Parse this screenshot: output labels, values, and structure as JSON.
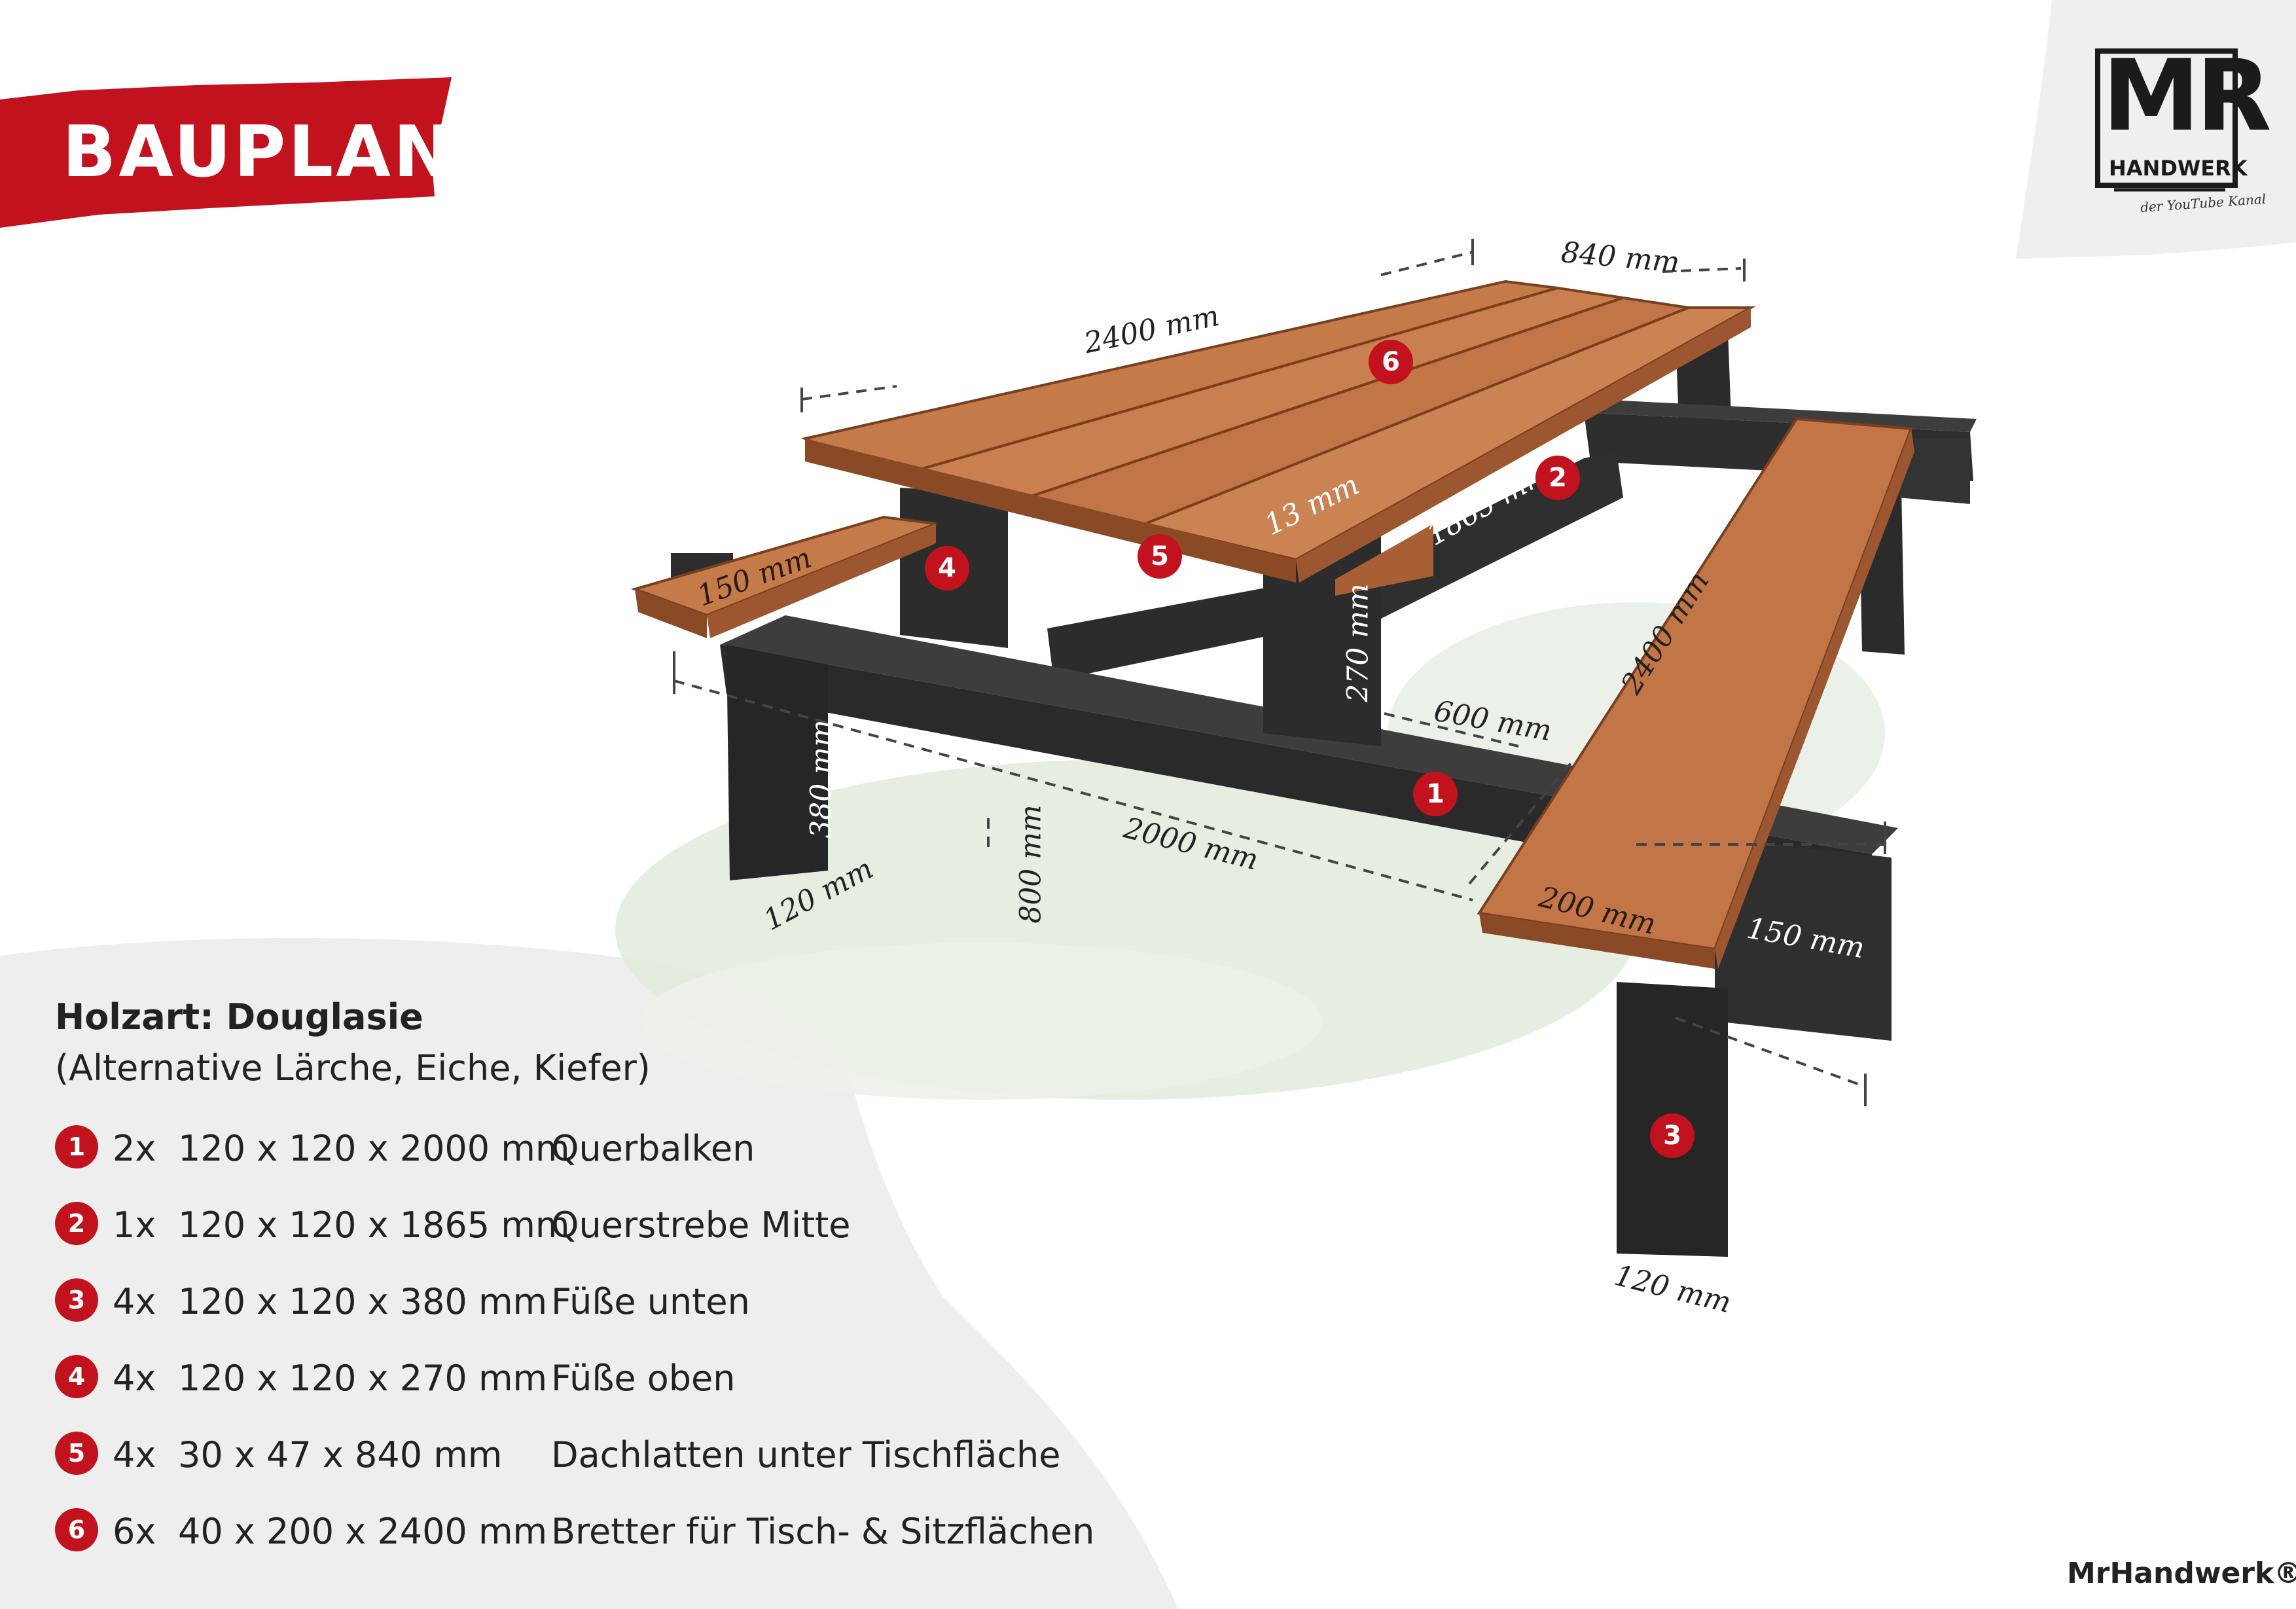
{
  "banner": {
    "title": "BAUPLAN",
    "color": "#c2121e"
  },
  "logo": {
    "main": "MR",
    "sub": "HANDWERK",
    "tagline": "der YouTube Kanal"
  },
  "dimensions": {
    "top_width": "840 mm",
    "top_length": "2400 mm",
    "strut_length": "1865 mm",
    "board_thickness": "13 mm",
    "seat_width_left": "150 mm",
    "upper_leg_height": "270 mm",
    "bench_length": "2400 mm",
    "bench_spacing": "600 mm",
    "lower_leg_height": "380 mm",
    "total_height": "800 mm",
    "beam_length": "2000 mm",
    "leg_width_left": "120 mm",
    "board_width": "200 mm",
    "seat_width_right": "150 mm",
    "leg_width_right": "120 mm"
  },
  "badges": {
    "b1": "1",
    "b2": "2",
    "b3": "3",
    "b4": "4",
    "b5": "5",
    "b6": "6"
  },
  "material": {
    "title": "Holzart: Douglasie",
    "alternatives": "(Alternative Lärche, Eiche, Kiefer)"
  },
  "parts": [
    {
      "num": "1",
      "qty": "2x",
      "dims": "120 x 120 x 2000 mm",
      "desc": "Querbalken"
    },
    {
      "num": "2",
      "qty": "1x",
      "dims": "120 x 120 x 1865 mm",
      "desc": "Querstrebe Mitte"
    },
    {
      "num": "3",
      "qty": "4x",
      "dims": "120 x 120 x 380 mm",
      "desc": "Füße unten"
    },
    {
      "num": "4",
      "qty": "4x",
      "dims": "120 x 120 x 270 mm",
      "desc": "Füße oben"
    },
    {
      "num": "5",
      "qty": "4x",
      "dims": "30 x 47 x 840 mm",
      "desc": "Dachlatten unter Tischfläche"
    },
    {
      "num": "6",
      "qty": "6x",
      "dims": "40 x 200 x 2400 mm",
      "desc": "Bretter für Tisch- & Sitzflächen"
    }
  ],
  "footer": {
    "brand": "MrHandwerk®"
  },
  "colors": {
    "accent": "#c2121e",
    "wood": "#c2784a",
    "wood_dark": "#8a4a26",
    "frame": "#2b2b2b",
    "frame_light": "#3b3b3b",
    "shadow": "#dfe8d8",
    "panel": "#eeeeee",
    "text": "#222222"
  }
}
